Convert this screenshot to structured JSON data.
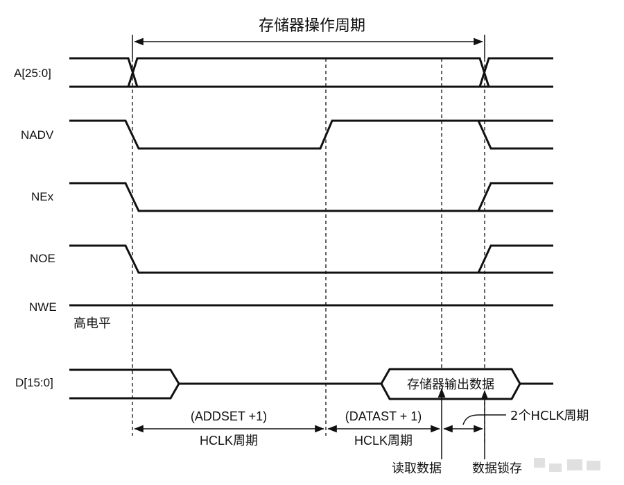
{
  "title": "存储器操作周期",
  "signals": {
    "addr": "A[25:0]",
    "nadv": "NADV",
    "nex": "NEx",
    "noe": "NOE",
    "nwe": "NWE",
    "data": "D[15:0]"
  },
  "nwe_note": "高电平",
  "data_box": "存储器输出数据",
  "phases": {
    "addset_line1": "(ADDSET +1)",
    "addset_line2": "HCLK周期",
    "datast_line1": "(DATAST + 1)",
    "datast_line2": "HCLK周期"
  },
  "latch_note": "2个HCLK周期",
  "markers": {
    "read": "读取数据",
    "latch": "数据锁存"
  }
}
